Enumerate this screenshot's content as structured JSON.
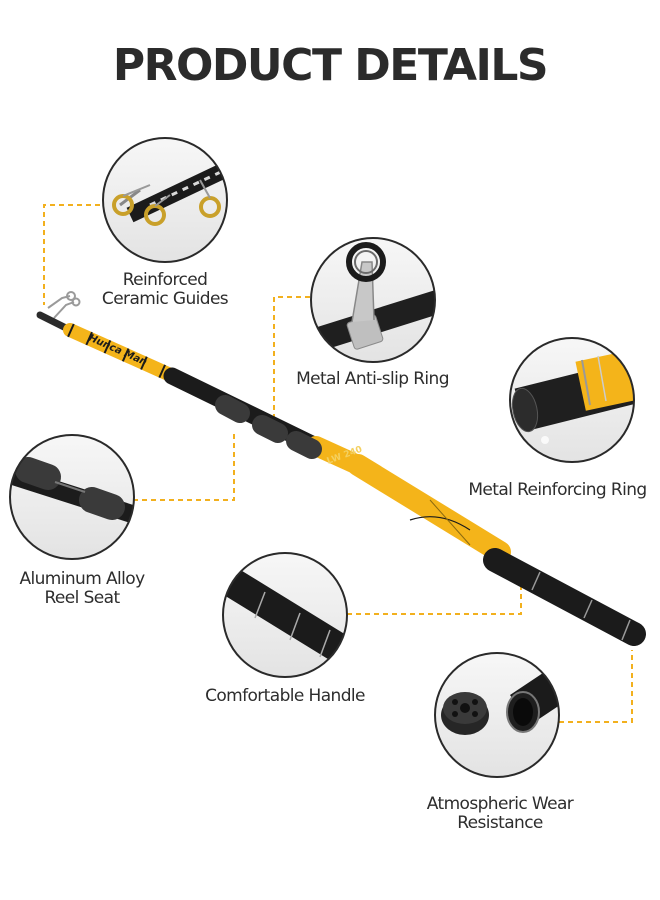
{
  "title": "PRODUCT DETAILS",
  "rod": {
    "brand_text": "Hunca Man",
    "model_text": "LW 240"
  },
  "features": [
    {
      "lines": [
        "Reinforced",
        "Ceramic Guides"
      ],
      "icon": "ceramic-guides-icon"
    },
    {
      "lines": [
        "Metal Anti-slip Ring"
      ],
      "icon": "anti-slip-ring-icon"
    },
    {
      "lines": [
        "Metal Reinforcing Ring"
      ],
      "icon": "reinforcing-ring-icon"
    },
    {
      "lines": [
        "Aluminum Alloy",
        "Reel Seat"
      ],
      "icon": "reel-seat-icon"
    },
    {
      "lines": [
        "Comfortable Handle"
      ],
      "icon": "handle-icon"
    },
    {
      "lines": [
        "Atmospheric Wear",
        "Resistance"
      ],
      "icon": "end-cap-icon"
    }
  ],
  "colors": {
    "accent": "#f2b01e",
    "rod_yellow": "#f4b41a",
    "rod_black": "#1b1b1b",
    "text": "#2d2d2d"
  }
}
